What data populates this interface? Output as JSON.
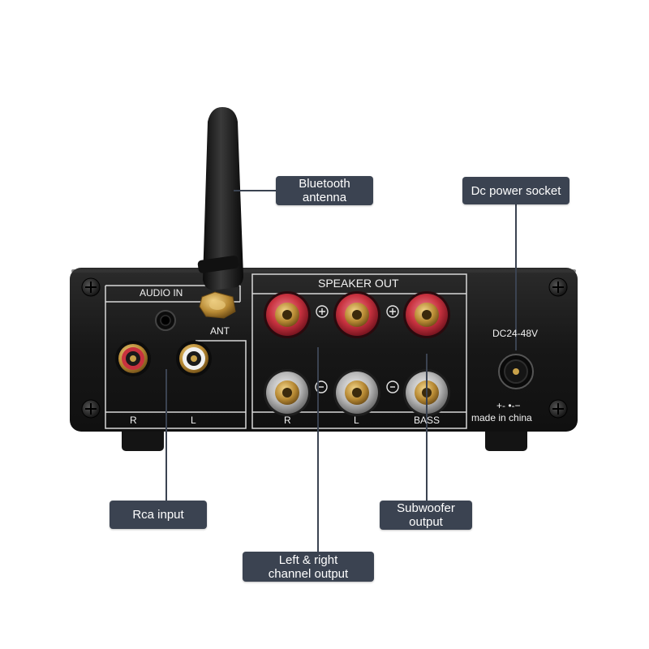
{
  "panel": {
    "audio_in_label": "AUDIO IN",
    "ant_label": "ANT",
    "rca_r_label": "R",
    "rca_l_label": "L",
    "speaker_out_label": "SPEAKER OUT",
    "speaker_r_label": "R",
    "speaker_l_label": "L",
    "bass_label": "BASS",
    "dc_label": "DC24-48V",
    "polarity_symbol": "+- •-−",
    "made_in_label": "made in china"
  },
  "callouts": {
    "bluetooth_antenna": [
      "Bluetooth",
      "antenna"
    ],
    "dc_power_socket": [
      "Dc power socket"
    ],
    "rca_input": [
      "Rca input"
    ],
    "subwoofer_output": [
      "Subwoofer",
      "output"
    ],
    "channel_output": [
      "Left & right",
      "channel output"
    ]
  },
  "colors": {
    "callout_bg": "#3b4351",
    "leader_line": "#3b4351",
    "chassis": "#1c1c1c",
    "red_post": "#c8323f",
    "gold": "#c9a24a"
  }
}
